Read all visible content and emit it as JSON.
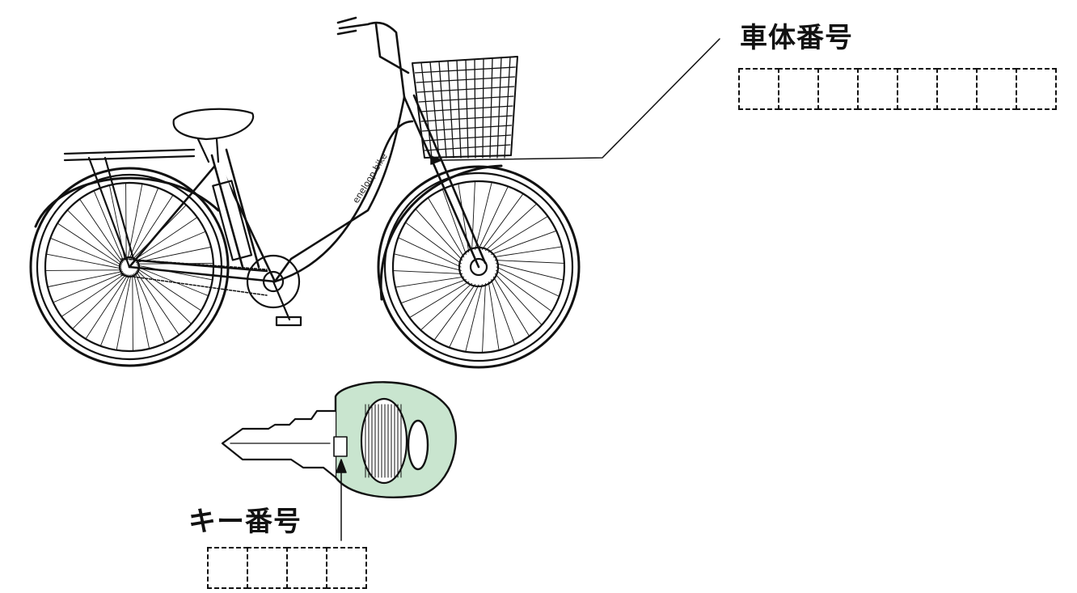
{
  "labels": {
    "frame_number": "車体番号",
    "key_number": "キー番号"
  },
  "frame_number_boxes": 8,
  "key_number_boxes": 4,
  "bike_brand": "eneloop bike",
  "colors": {
    "line": "#111111",
    "key_head": "#c9e5cf",
    "background": "#ffffff"
  }
}
